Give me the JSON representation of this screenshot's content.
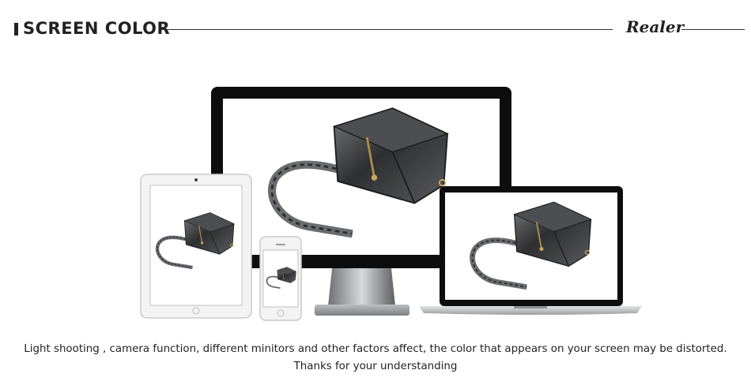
{
  "header": {
    "title": "SCREEN COLOR",
    "brand": "Realer"
  },
  "caption": {
    "line1": "Light shooting , camera function, different minitors and other factors affect, the color that appears on your screen may be distorted.",
    "line2": "Thanks for your understanding"
  },
  "colors": {
    "text": "#222222",
    "device_black": "#0d0d0d",
    "device_silver": "#c9cacc",
    "bag": "#3c3d3f"
  }
}
